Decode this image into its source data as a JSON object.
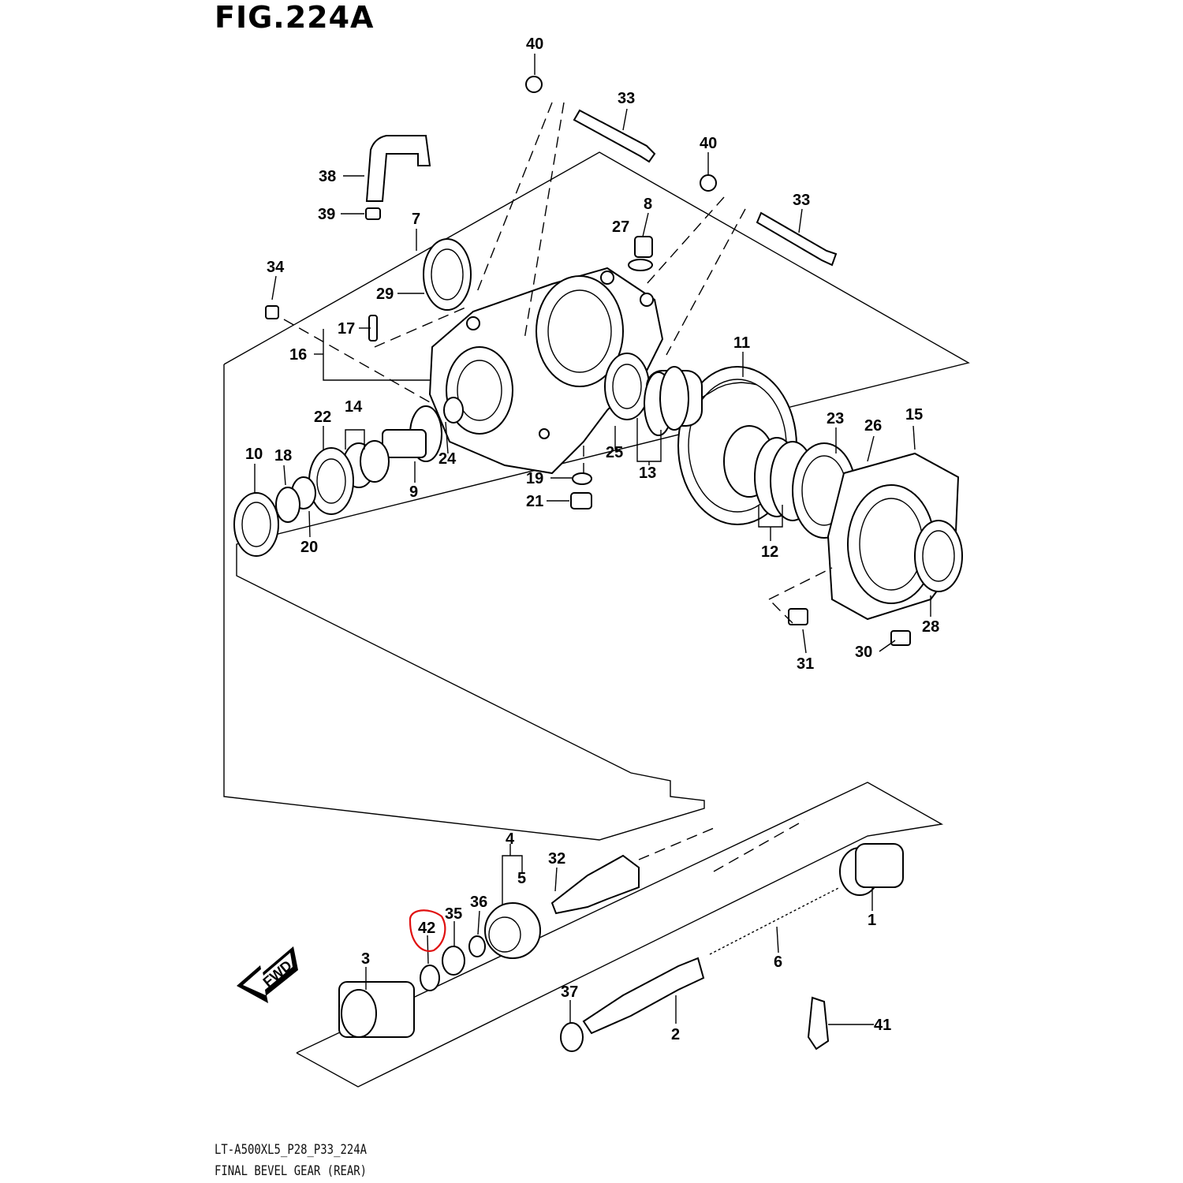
{
  "figure": {
    "title": "FIG.224A",
    "model_code": "LT-A500XL5_P28_P33_224A",
    "caption": "FINAL BEVEL GEAR (REAR)"
  },
  "direction_badge": "FWD",
  "highlight": {
    "part": "42",
    "color": "#e01010"
  },
  "callouts": [
    "40",
    "33",
    "40",
    "33",
    "38",
    "39",
    "7",
    "8",
    "27",
    "34",
    "29",
    "17",
    "16",
    "11",
    "22",
    "14",
    "10",
    "18",
    "24",
    "25",
    "23",
    "26",
    "15",
    "9",
    "19",
    "13",
    "21",
    "20",
    "12",
    "28",
    "31",
    "30",
    "4",
    "32",
    "5",
    "36",
    "35",
    "42",
    "3",
    "1",
    "6",
    "37",
    "41",
    "2"
  ]
}
